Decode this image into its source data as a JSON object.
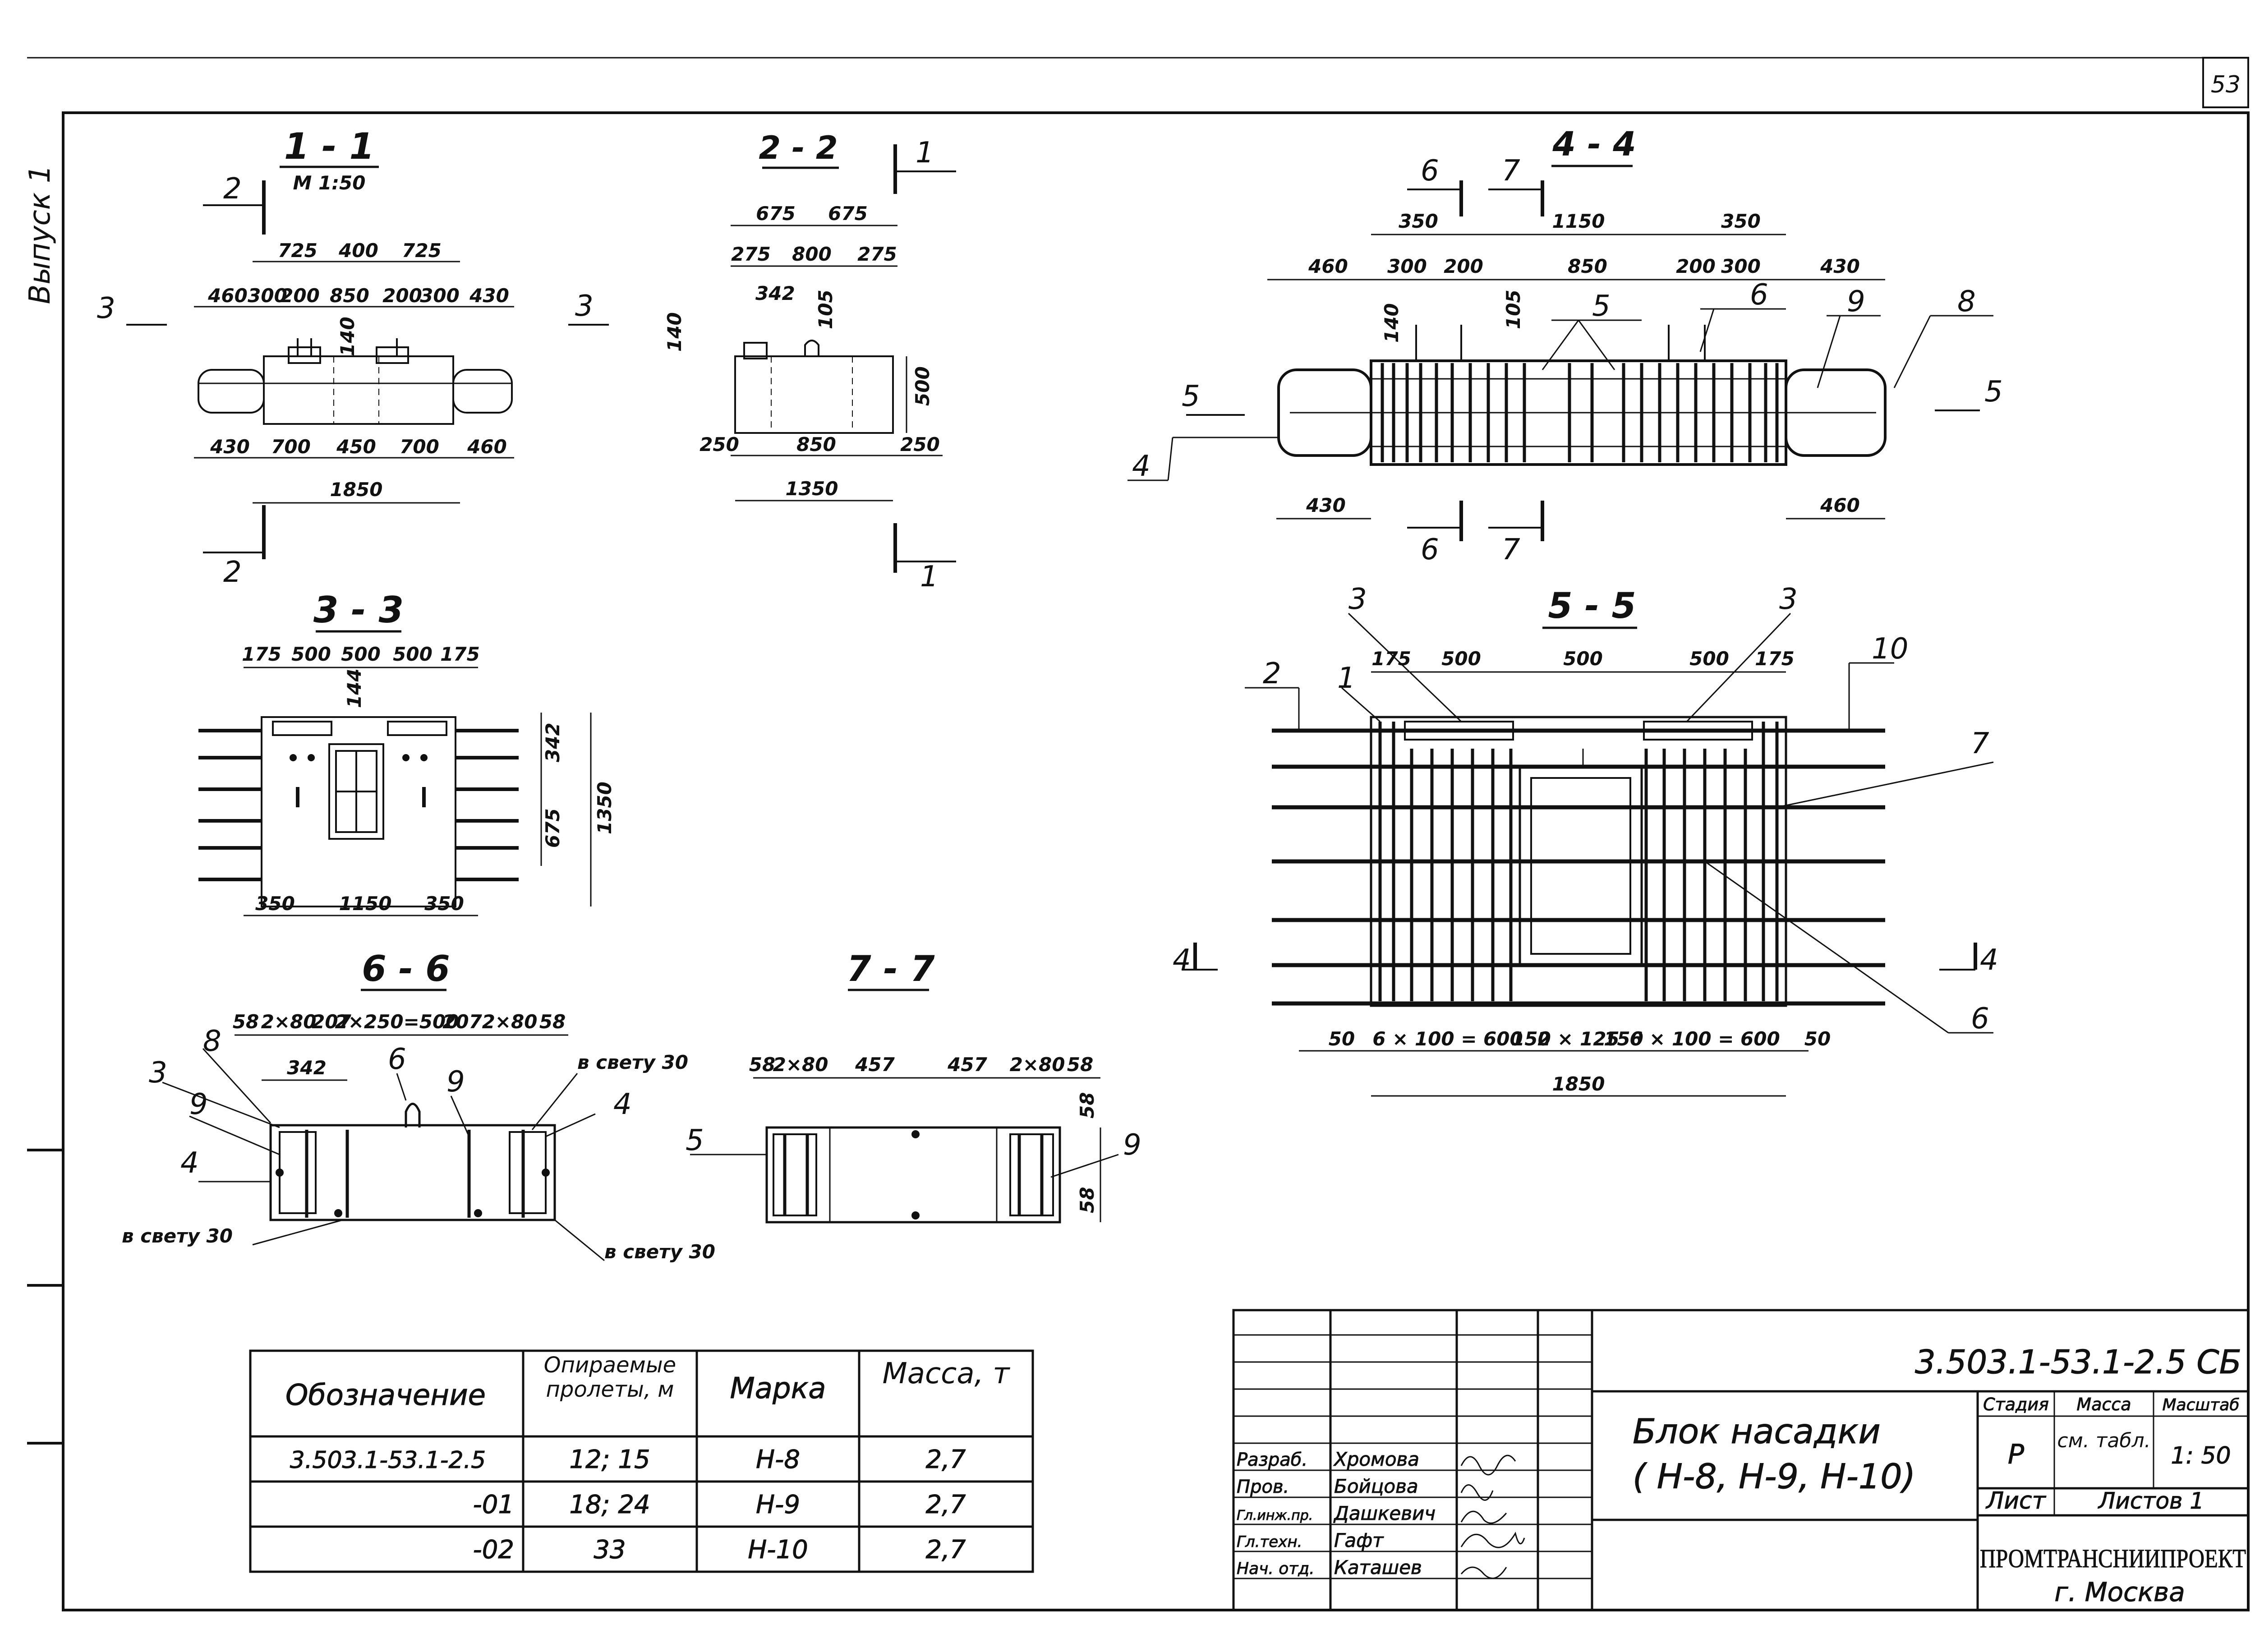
{
  "sheet": {
    "page_number": "53",
    "issue_label": "Выпуск 1"
  },
  "views": {
    "v11": {
      "title": "1 - 1",
      "scale": "М 1:50",
      "cut_labels": [
        "2",
        "2",
        "3",
        "3"
      ],
      "top_dims_1": [
        "725",
        "400",
        "725"
      ],
      "top_dims_2": [
        "460",
        "300",
        "200",
        "850",
        "200",
        "300",
        "430"
      ],
      "inner_dim": "140",
      "bottom_dims": [
        "430",
        "700",
        "450",
        "700",
        "460"
      ],
      "overall": "1850"
    },
    "v22": {
      "title": "2 - 2",
      "cut_labels": [
        "1",
        "1"
      ],
      "top_dims_1": [
        "675",
        "675"
      ],
      "top_dims_2": [
        "275",
        "800",
        "275"
      ],
      "inner_dims": [
        "342",
        "105",
        "140"
      ],
      "height": "500",
      "bottom_dims": [
        "250",
        "850",
        "250"
      ],
      "overall": "1350"
    },
    "v33": {
      "title": "3 - 3",
      "top_dims": [
        "175",
        "500",
        "500",
        "500",
        "175"
      ],
      "inner_dim": "144",
      "right_dims": [
        "342",
        "675"
      ],
      "height": "1350",
      "bottom_dims": [
        "350",
        "1150",
        "350"
      ]
    },
    "v44": {
      "title": "4 - 4",
      "cut_labels": [
        "6",
        "7",
        "6",
        "7",
        "5",
        "5"
      ],
      "top_dims_1": [
        "350",
        "1150",
        "350"
      ],
      "top_dims_2": [
        "460",
        "300",
        "200",
        "850",
        "200",
        "300",
        "430"
      ],
      "inner_dims": [
        "140",
        "105"
      ],
      "callouts": [
        "5",
        "6",
        "9",
        "8",
        "4"
      ],
      "bottom_dims": [
        "430",
        "460"
      ]
    },
    "v55": {
      "title": "5 - 5",
      "cut_labels": [
        "4",
        "4"
      ],
      "top_dims": [
        "175",
        "500",
        "500",
        "500",
        "175"
      ],
      "callouts": [
        "3",
        "3",
        "10",
        "2",
        "1",
        "7",
        "6"
      ],
      "bottom_dims": [
        "50",
        "6 × 100 = 600",
        "150",
        "2 × 125",
        "150",
        "6 × 100 = 600",
        "50"
      ],
      "overall": "1850"
    },
    "v66": {
      "title": "6 - 6",
      "top_dims": [
        "58",
        "2×80",
        "207",
        "2×250=500",
        "207",
        "2×80",
        "58"
      ],
      "inner_dim": "342",
      "callouts": [
        "8",
        "3",
        "9",
        "4",
        "6",
        "9",
        "4"
      ],
      "notes": [
        "в свету 30",
        "в свету 30",
        "в свету 30"
      ]
    },
    "v77": {
      "title": "7 - 7",
      "top_dims": [
        "58",
        "2×80",
        "457",
        "457",
        "2×80",
        "58"
      ],
      "right_dims": [
        "58",
        "58"
      ],
      "callouts": [
        "5",
        "9"
      ]
    }
  },
  "spec_table": {
    "headers": [
      "Обозначение",
      "Опираемые пролеты, м",
      "Марка",
      "Масса, т"
    ],
    "rows": [
      [
        "3.503.1-53.1-2.5",
        "12; 15",
        "Н-8",
        "2,7"
      ],
      [
        "-01",
        "18; 24",
        "Н-9",
        "2,7"
      ],
      [
        "-02",
        "33",
        "Н-10",
        "2,7"
      ]
    ]
  },
  "title_block": {
    "document_code": "3.503.1-53.1-2.5 СБ",
    "drawing_name_1": "Блок насадки",
    "drawing_name_2": "( Н-8, Н-9, Н-10)",
    "roles": [
      "Разраб.",
      "Пров.",
      "Гл.инж.пр.",
      "Гл.техн.",
      "Нач. отд."
    ],
    "names": [
      "Хромова",
      "Бойцова",
      "Дашкевич",
      "Гафт",
      "Каташев"
    ],
    "stage_header": "Стадия",
    "mass_header": "Масса",
    "scale_header": "Масштаб",
    "stage": "Р",
    "mass": "см. табл.",
    "scale": "1: 50",
    "sheet_label": "Лист",
    "sheets_label": "Листов 1",
    "organization": "ПРОМТРАНСНИИПРОЕКТ",
    "city": "г. Москва"
  }
}
